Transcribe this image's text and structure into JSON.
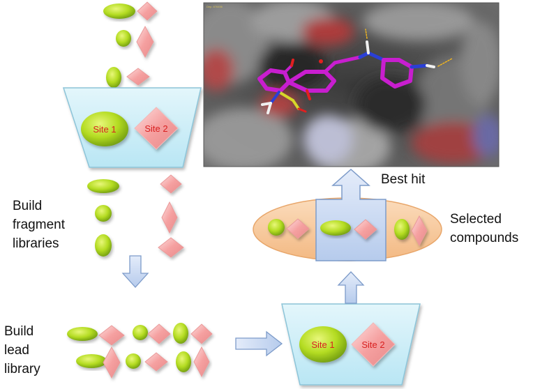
{
  "labels": {
    "build_fragment_libraries": "Build\nfragment\nlibraries",
    "build_lead_library": "Build\nlead\nlibrary",
    "best_hit": "Best hit",
    "selected_compounds": "Selected\ncompounds"
  },
  "site_labels": {
    "top_site1": "Site 1",
    "top_site2": "Site 2",
    "bottom_site1": "Site 1",
    "bottom_site2": "Site 2"
  },
  "colors": {
    "fragment_green": "#9acd1a",
    "fragment_pink": "#f7a8a8",
    "pocket_fill": "#c8ecf6",
    "pocket_stroke": "#8cc4d8",
    "arrow_fill": "#c9daf3",
    "arrow_stroke": "#7d9bc9",
    "selection_oval": "#f7c99a",
    "site_text": "#d81f1f",
    "ligand_magenta": "#c81ecf"
  },
  "molecule_image": {
    "icon": "protein-ligand-docking-render",
    "caption_small": "Dep. 876456"
  }
}
